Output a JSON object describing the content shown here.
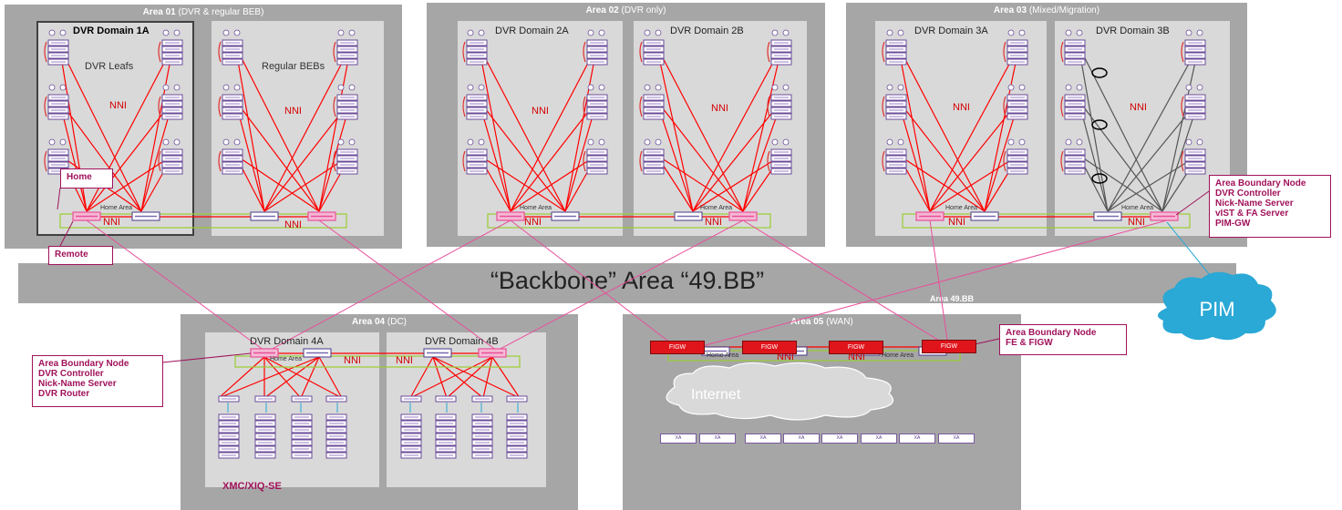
{
  "areas": [
    {
      "id": "01",
      "title": "Area 01",
      "subtitle": "(DVR & regular BEB)"
    },
    {
      "id": "02",
      "title": "Area 02",
      "subtitle": "(DVR only)"
    },
    {
      "id": "03",
      "title": "Area 03",
      "subtitle": "(Mixed/Migration)"
    },
    {
      "id": "04",
      "title": "Area 04",
      "subtitle": "(DC)"
    },
    {
      "id": "05",
      "title": "Area 05",
      "subtitle": "(WAN)"
    }
  ],
  "domains": {
    "d1a": "DVR Domain 1A",
    "d2a": "DVR Domain 2A",
    "d2b": "DVR Domain 2B",
    "d3a": "DVR Domain 3A",
    "d3b": "DVR Domain 3B",
    "d4a": "DVR Domain 4A",
    "d4b": "DVR Domain 4B"
  },
  "labels": {
    "dvr_leafs": "DVR Leafs",
    "regular_bebs": "Regular BEBs",
    "nni": "NNI",
    "home_area": "Home Area",
    "internet": "Internet",
    "xmc": "XMC/XIQ-SE",
    "pim": "PIM",
    "figw": "FIGW",
    "xa": "XA"
  },
  "backbone": {
    "title": "“Backbone” Area “49.BB”",
    "area": "Area 49.BB"
  },
  "callouts": {
    "home": "Home",
    "remote": "Remote",
    "area03_abn": [
      "Area Boundary Node",
      "DVR Controller",
      "Nick-Name Server",
      "vIST & FA Server",
      "PIM-GW"
    ],
    "area04_abn": [
      "Area Boundary Node",
      "DVR Controller",
      "Nick-Name Server",
      "DVR Router"
    ],
    "area05_abn": [
      "Area Boundary Node",
      "FE & FIGW"
    ]
  },
  "colors": {
    "area": "#a6a6a6",
    "domain": "#d9d9d9",
    "nni": "#ff0000",
    "boundary": "#e8509a",
    "callout": "#a0125a",
    "pim": "#2aa8d6",
    "figw": "#e0151c"
  }
}
